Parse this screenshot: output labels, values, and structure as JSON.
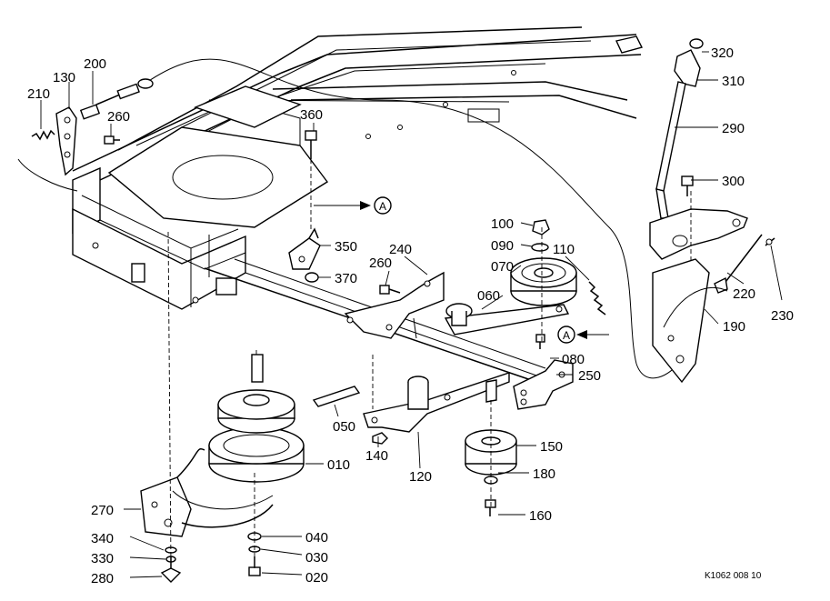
{
  "diagram": {
    "callouts": [
      {
        "id": "320",
        "label": "320"
      },
      {
        "id": "310",
        "label": "310"
      },
      {
        "id": "290",
        "label": "290"
      },
      {
        "id": "300",
        "label": "300"
      },
      {
        "id": "220",
        "label": "220"
      },
      {
        "id": "230",
        "label": "230"
      },
      {
        "id": "190",
        "label": "190"
      },
      {
        "id": "200",
        "label": "200"
      },
      {
        "id": "130",
        "label": "130"
      },
      {
        "id": "210",
        "label": "210"
      },
      {
        "id": "260a",
        "label": "260"
      },
      {
        "id": "360",
        "label": "360"
      },
      {
        "id": "350",
        "label": "350"
      },
      {
        "id": "370",
        "label": "370"
      },
      {
        "id": "240",
        "label": "240"
      },
      {
        "id": "260b",
        "label": "260"
      },
      {
        "id": "100",
        "label": "100"
      },
      {
        "id": "090",
        "label": "090"
      },
      {
        "id": "070",
        "label": "070"
      },
      {
        "id": "110",
        "label": "110"
      },
      {
        "id": "060",
        "label": "060"
      },
      {
        "id": "080",
        "label": "080"
      },
      {
        "id": "250",
        "label": "250"
      },
      {
        "id": "050",
        "label": "050"
      },
      {
        "id": "140",
        "label": "140"
      },
      {
        "id": "010",
        "label": "010"
      },
      {
        "id": "150",
        "label": "150"
      },
      {
        "id": "120",
        "label": "120"
      },
      {
        "id": "180",
        "label": "180"
      },
      {
        "id": "160",
        "label": "160"
      },
      {
        "id": "270",
        "label": "270"
      },
      {
        "id": "340",
        "label": "340"
      },
      {
        "id": "330",
        "label": "330"
      },
      {
        "id": "280",
        "label": "280"
      },
      {
        "id": "040",
        "label": "040"
      },
      {
        "id": "030",
        "label": "030"
      },
      {
        "id": "020",
        "label": "020"
      }
    ],
    "connection_markers": [
      {
        "id": "A1",
        "label": "A"
      },
      {
        "id": "A2",
        "label": "A"
      }
    ],
    "reference_code": "K1062 008 10"
  }
}
